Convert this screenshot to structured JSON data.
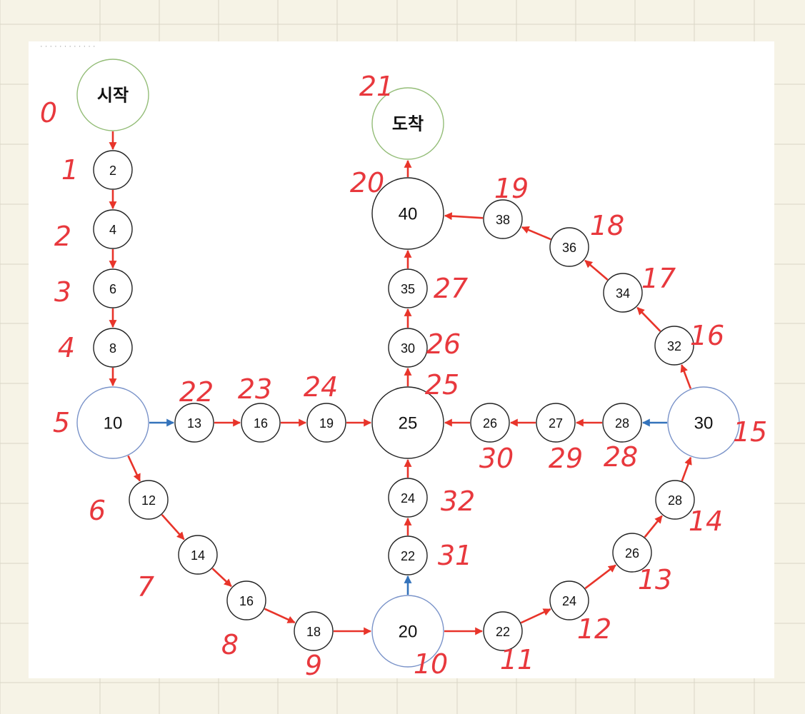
{
  "colors": {
    "edge_red": "#e8342a",
    "edge_blue": "#3473bb",
    "node_black": "#222222",
    "node_blue": "#7a93c9",
    "node_green": "#94bd78",
    "handwriting": "#e8383d"
  },
  "top_scribble": "· · · · · · · · · · · ·",
  "nodes": {
    "start": {
      "label": "시작",
      "kind": "green",
      "note": "0"
    },
    "n2": {
      "label": "2",
      "kind": "black",
      "note": "1"
    },
    "n4": {
      "label": "4",
      "kind": "black",
      "note": "2"
    },
    "n6": {
      "label": "6",
      "kind": "black",
      "note": "3"
    },
    "n8": {
      "label": "8",
      "kind": "black",
      "note": "4"
    },
    "n10": {
      "label": "10",
      "kind": "blue",
      "note": "5"
    },
    "n12": {
      "label": "12",
      "kind": "black",
      "note": "6"
    },
    "n14": {
      "label": "14",
      "kind": "black",
      "note": "7"
    },
    "n16b": {
      "label": "16",
      "kind": "black",
      "note": "8"
    },
    "n18": {
      "label": "18",
      "kind": "black",
      "note": "9"
    },
    "n20": {
      "label": "20",
      "kind": "blue",
      "note": "10"
    },
    "n22r": {
      "label": "22",
      "kind": "black",
      "note": "11"
    },
    "n24r": {
      "label": "24",
      "kind": "black",
      "note": "12"
    },
    "n26r": {
      "label": "26",
      "kind": "black",
      "note": "13"
    },
    "n28r": {
      "label": "28",
      "kind": "black",
      "note": "14"
    },
    "n30": {
      "label": "30",
      "kind": "blue",
      "note": "15"
    },
    "n32": {
      "label": "32",
      "kind": "black",
      "note": "16"
    },
    "n34": {
      "label": "34",
      "kind": "black",
      "note": "17"
    },
    "n36": {
      "label": "36",
      "kind": "black",
      "note": "18"
    },
    "n38": {
      "label": "38",
      "kind": "black",
      "note": "19"
    },
    "n40": {
      "label": "40",
      "kind": "black",
      "note": "20"
    },
    "end": {
      "label": "도착",
      "kind": "green",
      "note": "21"
    },
    "n13": {
      "label": "13",
      "kind": "black",
      "note": "22"
    },
    "n16m": {
      "label": "16",
      "kind": "black",
      "note": "23"
    },
    "n19": {
      "label": "19",
      "kind": "black",
      "note": "24"
    },
    "n25": {
      "label": "25",
      "kind": "black",
      "note": "25"
    },
    "n30c": {
      "label": "30",
      "kind": "black",
      "note": "26"
    },
    "n35": {
      "label": "35",
      "kind": "black",
      "note": "27"
    },
    "n28m": {
      "label": "28",
      "kind": "black",
      "note": "28"
    },
    "n27m": {
      "label": "27",
      "kind": "black",
      "note": "29"
    },
    "n26m": {
      "label": "26",
      "kind": "black",
      "note": "30"
    },
    "n22c": {
      "label": "22",
      "kind": "black",
      "note": "31"
    },
    "n24c": {
      "label": "24",
      "kind": "black",
      "note": "32"
    }
  },
  "edges": [
    {
      "from": "start",
      "to": "n2",
      "color": "red"
    },
    {
      "from": "n2",
      "to": "n4",
      "color": "red"
    },
    {
      "from": "n4",
      "to": "n6",
      "color": "red"
    },
    {
      "from": "n6",
      "to": "n8",
      "color": "red"
    },
    {
      "from": "n8",
      "to": "n10",
      "color": "red"
    },
    {
      "from": "n10",
      "to": "n13",
      "color": "blue"
    },
    {
      "from": "n13",
      "to": "n16m",
      "color": "red"
    },
    {
      "from": "n16m",
      "to": "n19",
      "color": "red"
    },
    {
      "from": "n19",
      "to": "n25",
      "color": "red"
    },
    {
      "from": "n10",
      "to": "n12",
      "color": "red"
    },
    {
      "from": "n12",
      "to": "n14",
      "color": "red"
    },
    {
      "from": "n14",
      "to": "n16b",
      "color": "red"
    },
    {
      "from": "n16b",
      "to": "n18",
      "color": "red"
    },
    {
      "from": "n18",
      "to": "n20",
      "color": "red"
    },
    {
      "from": "n20",
      "to": "n22r",
      "color": "red"
    },
    {
      "from": "n22r",
      "to": "n24r",
      "color": "red"
    },
    {
      "from": "n24r",
      "to": "n26r",
      "color": "red"
    },
    {
      "from": "n26r",
      "to": "n28r",
      "color": "red"
    },
    {
      "from": "n28r",
      "to": "n30",
      "color": "red"
    },
    {
      "from": "n20",
      "to": "n22c",
      "color": "blue"
    },
    {
      "from": "n22c",
      "to": "n24c",
      "color": "red"
    },
    {
      "from": "n24c",
      "to": "n25",
      "color": "red"
    },
    {
      "from": "n30",
      "to": "n28m",
      "color": "blue"
    },
    {
      "from": "n28m",
      "to": "n27m",
      "color": "red"
    },
    {
      "from": "n27m",
      "to": "n26m",
      "color": "red"
    },
    {
      "from": "n26m",
      "to": "n25",
      "color": "red"
    },
    {
      "from": "n25",
      "to": "n30c",
      "color": "red"
    },
    {
      "from": "n30c",
      "to": "n35",
      "color": "red"
    },
    {
      "from": "n35",
      "to": "n40",
      "color": "red"
    },
    {
      "from": "n40",
      "to": "end",
      "color": "red"
    },
    {
      "from": "n30",
      "to": "n32",
      "color": "red"
    },
    {
      "from": "n32",
      "to": "n34",
      "color": "red"
    },
    {
      "from": "n34",
      "to": "n36",
      "color": "red"
    },
    {
      "from": "n36",
      "to": "n38",
      "color": "red"
    },
    {
      "from": "n38",
      "to": "n40",
      "color": "red"
    }
  ]
}
